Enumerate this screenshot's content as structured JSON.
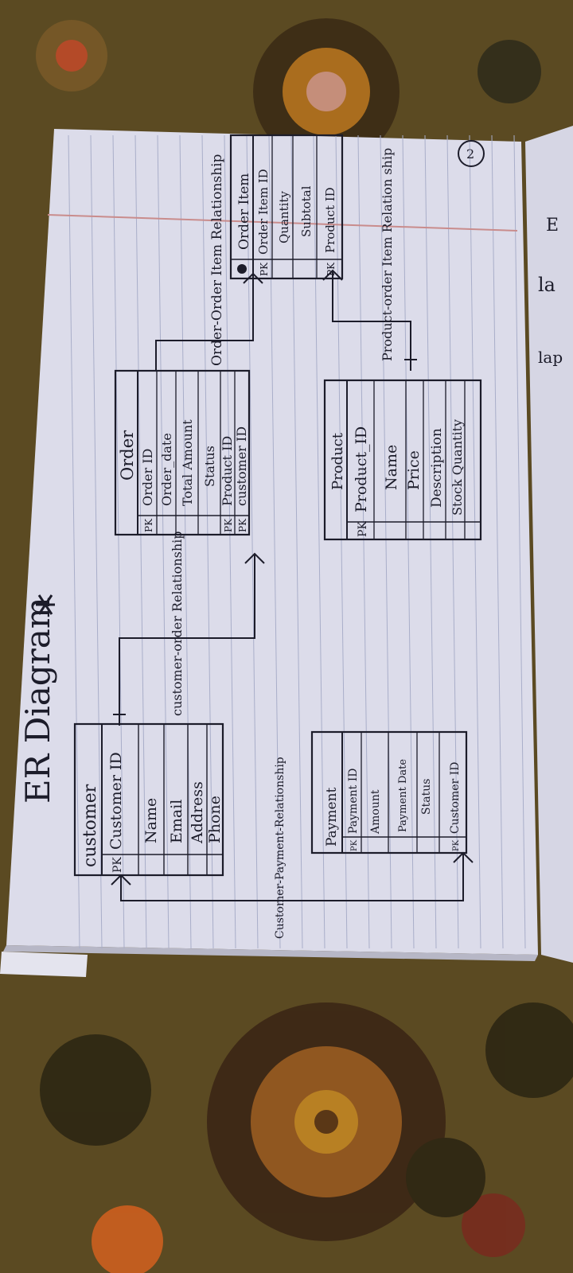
{
  "title": "ER Diagram",
  "page_number": "2",
  "entities": {
    "customer": {
      "name": "customer",
      "key_labels": [
        "PK",
        ""
      ],
      "attributes": [
        "Customer ID",
        "Name",
        "Email",
        "Address",
        "Phone"
      ]
    },
    "order": {
      "name": "Order",
      "key_labels": [
        "PK",
        "PK",
        "PK"
      ],
      "attributes": [
        "Order ID",
        "Order_date",
        "Total Amount",
        "Status",
        "Product ID",
        "customer ID"
      ]
    },
    "order_item": {
      "name": "Order Item",
      "key_labels": [
        "PK",
        "PK"
      ],
      "attributes": [
        "Order Item ID",
        "Quantity",
        "Subtotal",
        "Product ID"
      ]
    },
    "payment": {
      "name": "Payment",
      "key_labels": [
        "PK",
        "PK"
      ],
      "attributes": [
        "Payment ID",
        "Amount",
        "Payment Date",
        "Status",
        "Customer ID"
      ]
    },
    "product": {
      "name": "Product",
      "key_labels": [
        "PK"
      ],
      "attributes": [
        "Product_ID",
        "Name",
        "Price",
        "Description",
        "Stock Quantity"
      ]
    }
  },
  "relationships": [
    "customer-order Relationship",
    "Order-Order Item Relationship",
    "Customer-Payment-Relationship",
    "Product-order Item Relation ship"
  ],
  "right_page_fragments": [
    "la",
    "lap",
    "E"
  ],
  "colors": {
    "paper": "#dcdcea",
    "ink": "#1c1c2a",
    "margin_line": "#c98c8c",
    "rule_line": "#a9aec9"
  }
}
